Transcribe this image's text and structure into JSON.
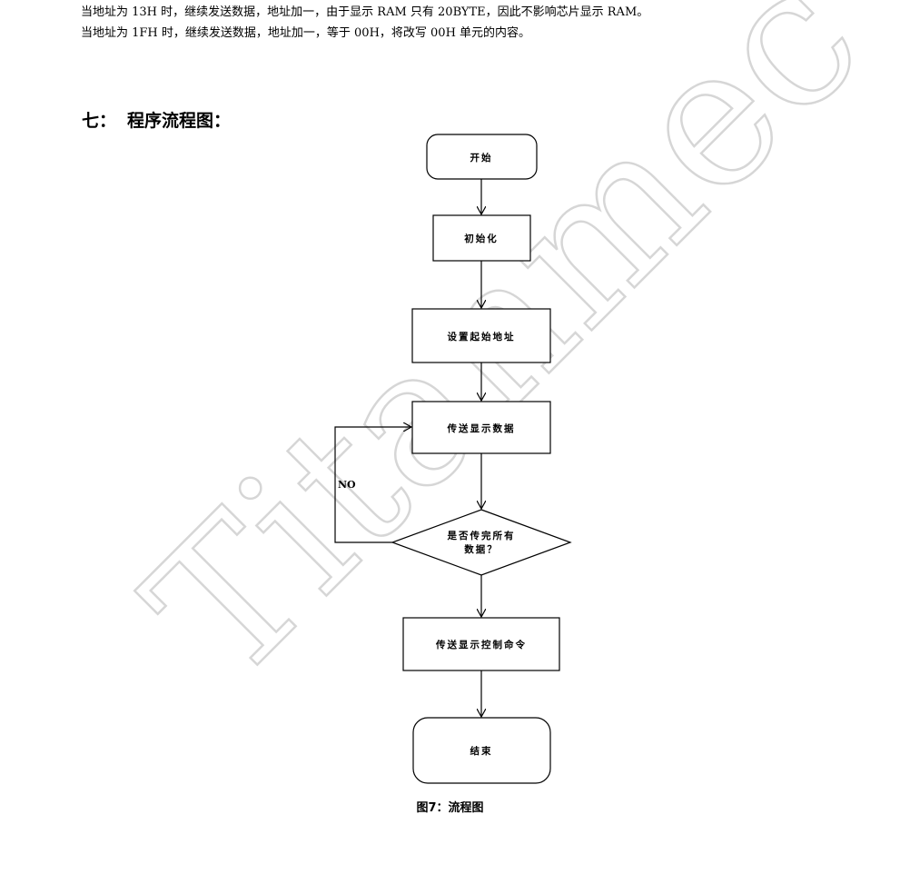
{
  "paragraphs": [
    "当地址为 13H 时，继续发送数据，地址加一，由于显示 RAM 只有 20BYTE，因此不影响芯片显示 RAM。",
    "当地址为 1FH 时，继续发送数据，地址加一，等于 00H，将改写 00H 单元的内容。"
  ],
  "section": {
    "number": "七：",
    "title": "程序流程图："
  },
  "watermark": "Titanmec",
  "flowchart": {
    "start": "开始",
    "init": "初始化",
    "set_address": "设置起始地址",
    "send_data": "传送显示数据",
    "decision_line1": "是否传完所有",
    "decision_line2": "数据？",
    "loop_label": "NO",
    "send_control": "传送显示控制命令",
    "end": "结束"
  },
  "caption": "图7：流程图"
}
